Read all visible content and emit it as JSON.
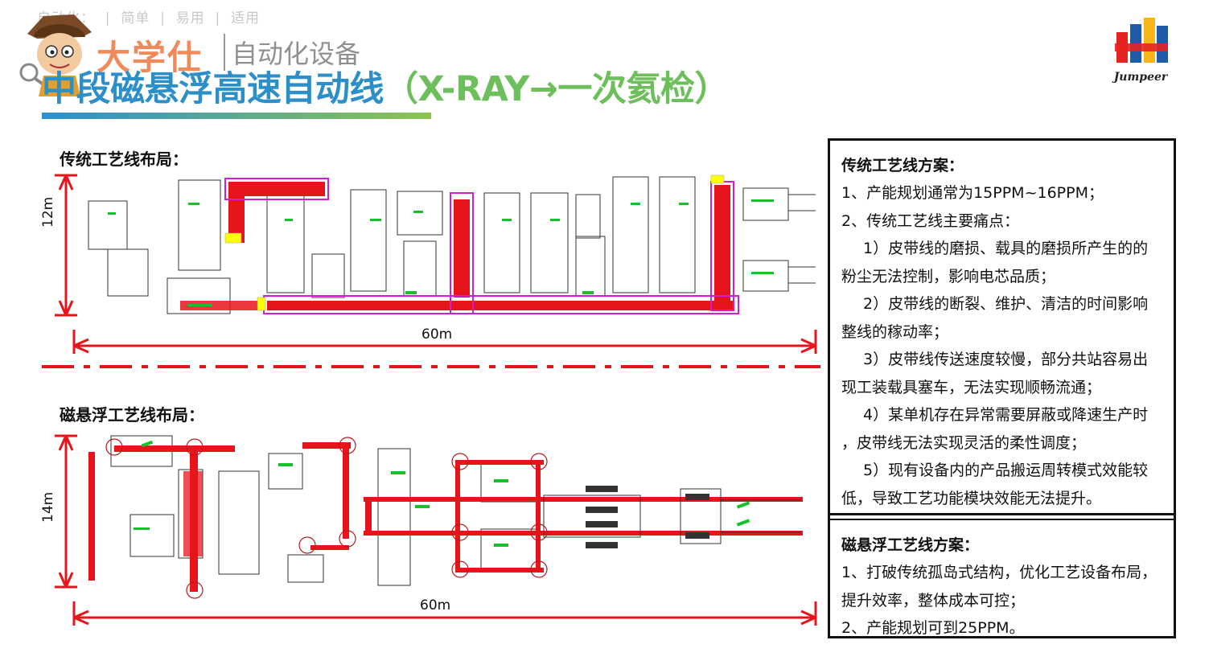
{
  "header": {
    "top_tagline": "自动化：  |  简单  |  易用  |  适用",
    "brand": "大学仕",
    "subbrand": "自动化设备",
    "title_blue": "中段磁悬浮高速自动线",
    "title_green": "（X-RAY→一次氦检）",
    "logo_text": "Jumpeer"
  },
  "traditional": {
    "label": "传统工艺线布局：",
    "height_dim": "12m",
    "width_dim": "60m"
  },
  "maglev": {
    "label": "磁悬浮工艺线布局：",
    "height_dim": "14m",
    "width_dim": "60m"
  },
  "panel": {
    "box1": {
      "heading": "传统工艺线方案：",
      "lines": [
        {
          "text": "1、产能规划通常为15PPM~16PPM；",
          "indent": false
        },
        {
          "text": "2、传统工艺线主要痛点：",
          "indent": false
        },
        {
          "text": "1）皮带线的磨损、载具的磨损所产生的的",
          "indent": true
        },
        {
          "text": "粉尘无法控制，影响电芯品质；",
          "indent": false
        },
        {
          "text": "2）皮带线的断裂、维护、清洁的时间影响",
          "indent": true
        },
        {
          "text": "整线的稼动率；",
          "indent": false
        },
        {
          "text": "3）皮带线传送速度较慢，部分共站容易出",
          "indent": true
        },
        {
          "text": "现工装载具塞车，无法实现顺畅流通；",
          "indent": false
        },
        {
          "text": "4）某单机存在异常需要屏蔽或降速生产时",
          "indent": true
        },
        {
          "text": "，皮带线无法实现灵活的柔性调度；",
          "indent": false
        },
        {
          "text": "5）现有设备内的产品搬运周转模式效能较",
          "indent": true
        },
        {
          "text": "低，导致工艺功能模块效能无法提升。",
          "indent": false
        }
      ]
    },
    "box2": {
      "heading": "磁悬浮工艺线方案：",
      "lines": [
        {
          "text": "1、打破传统孤岛式结构，优化工艺设备布局，",
          "indent": false
        },
        {
          "text": "提升效率，整体成本可控；",
          "indent": false
        },
        {
          "text": "2、产能规划可到25PPM。",
          "indent": false
        }
      ]
    }
  },
  "colors": {
    "dim_red": "#e8141c",
    "title_blue": "#2d8fc8",
    "title_green": "#6cbf5a",
    "brand_orange": "#f08a5a"
  },
  "icons": [
    "mascot-icon",
    "jumpeer-logo-icon"
  ]
}
